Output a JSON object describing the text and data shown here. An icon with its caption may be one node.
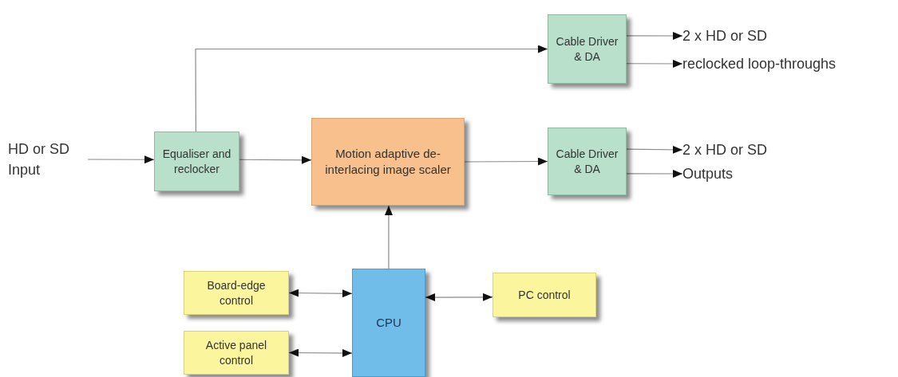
{
  "diagram": {
    "nodes": [
      {
        "text": [
          "HD or SD Input"
        ]
      },
      {
        "text": [
          "Equaliser and reclocker"
        ]
      },
      {
        "text": [
          "Motion adaptive de-interlacing image scaler"
        ]
      },
      {
        "text": [
          "Cable Driver & DA"
        ]
      },
      {
        "text": [
          "Cable Driver & DA"
        ]
      },
      {
        "text": [
          "2 x HD or SD"
        ]
      },
      {
        "text": [
          "reclocked loop-throughs"
        ]
      },
      {
        "text": [
          "2 x HD or SD"
        ]
      },
      {
        "text": [
          "Outputs"
        ]
      },
      {
        "text": [
          "Board-edge control"
        ]
      },
      {
        "text": [
          "Active panel control"
        ]
      },
      {
        "text": [
          "CPU"
        ]
      },
      {
        "text": [
          "PC control"
        ]
      }
    ],
    "edges": [
      {
        "from": 0,
        "to": 1,
        "arrow": "to"
      },
      {
        "from": 1,
        "to": 2,
        "arrow": "to"
      },
      {
        "from": 1,
        "to": 3,
        "arrow": "to"
      },
      {
        "from": 2,
        "to": 4,
        "arrow": "to"
      },
      {
        "from": 3,
        "to": 5,
        "arrow": "to"
      },
      {
        "from": 3,
        "to": 6,
        "arrow": "to"
      },
      {
        "from": 4,
        "to": 7,
        "arrow": "to"
      },
      {
        "from": 4,
        "to": 8,
        "arrow": "to"
      },
      {
        "from": 11,
        "to": 2,
        "arrow": "to"
      },
      {
        "from": 9,
        "to": 11,
        "arrow": "both"
      },
      {
        "from": 10,
        "to": 11,
        "arrow": "both"
      },
      {
        "from": 11,
        "to": 12,
        "arrow": "both"
      }
    ]
  }
}
